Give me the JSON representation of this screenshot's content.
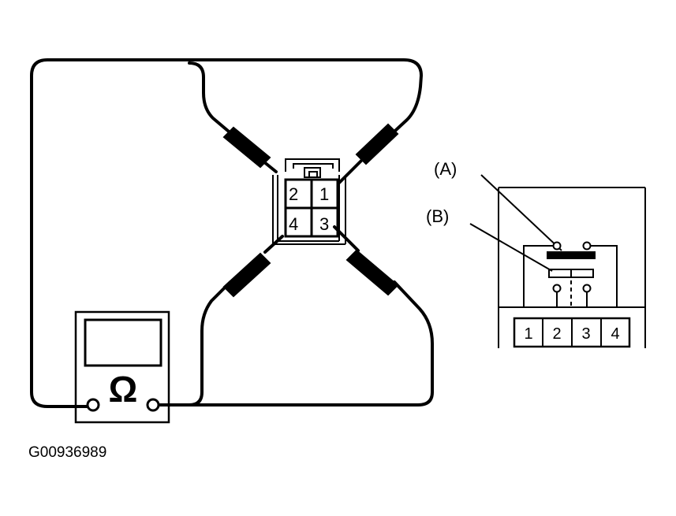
{
  "figure_id": "G00936989",
  "meter": {
    "symbol": "Ω",
    "icon": "ohmmeter-icon"
  },
  "connector": {
    "pins": [
      "2",
      "1",
      "4",
      "3"
    ]
  },
  "relay": {
    "callouts": [
      "(A)",
      "(B)"
    ],
    "terminals": [
      "1",
      "2",
      "3",
      "4"
    ]
  }
}
